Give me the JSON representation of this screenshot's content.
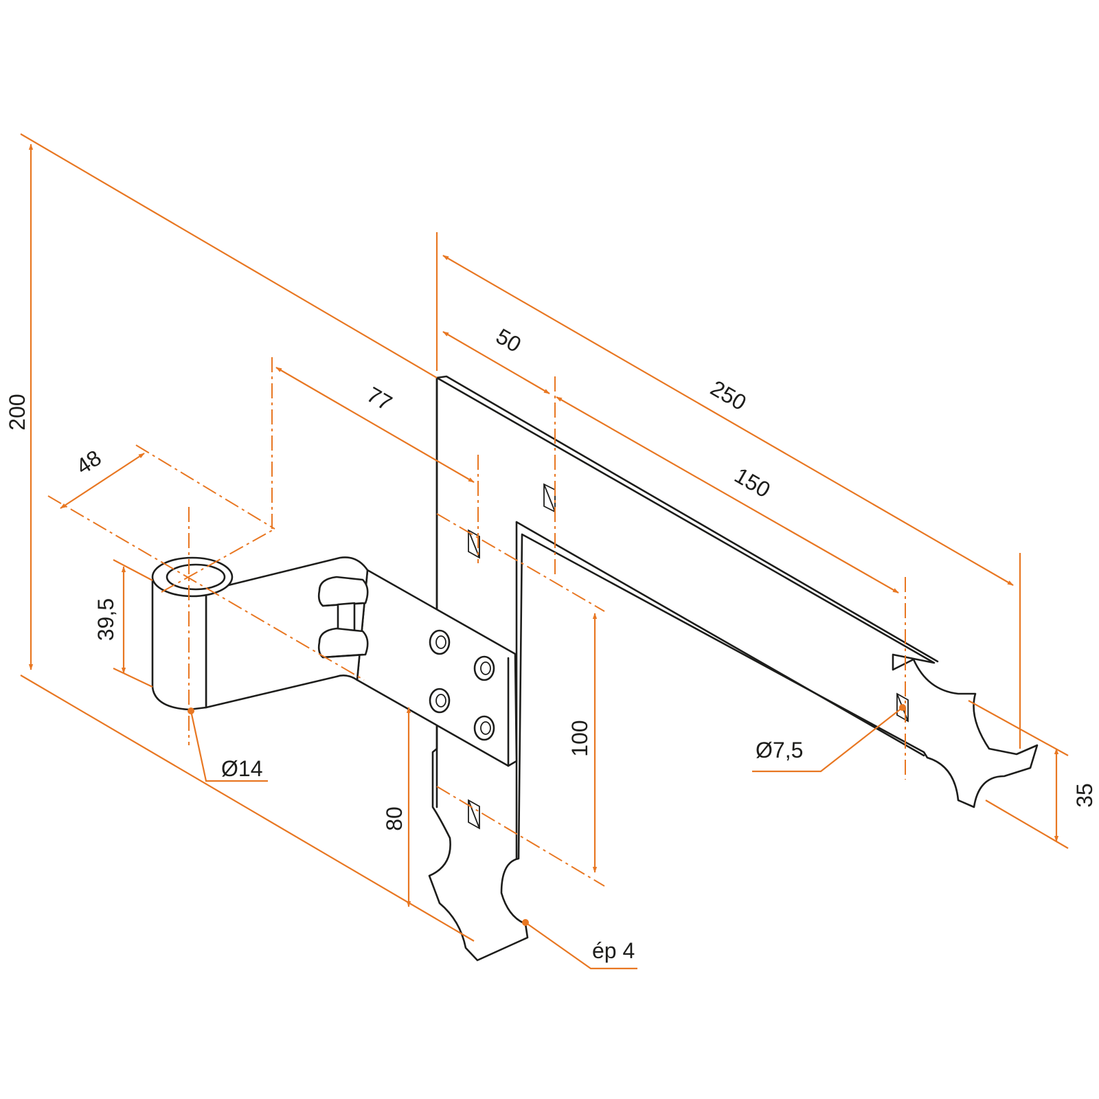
{
  "colors": {
    "dimension": "#e87722",
    "outline": "#1d1d1b",
    "background": "#ffffff"
  },
  "dimensions": {
    "total_length": "200",
    "arm_length": "250",
    "offset_50": "50",
    "span_150": "150",
    "pivot_offset": "77",
    "pin_offset": "48",
    "knuckle_height": "39,5",
    "plate_height": "100",
    "lower_offset": "80",
    "tip_width": "35"
  },
  "callouts": {
    "pin_diameter": "Ø14",
    "hole_diameter": "Ø7,5",
    "thickness": "ép 4"
  }
}
